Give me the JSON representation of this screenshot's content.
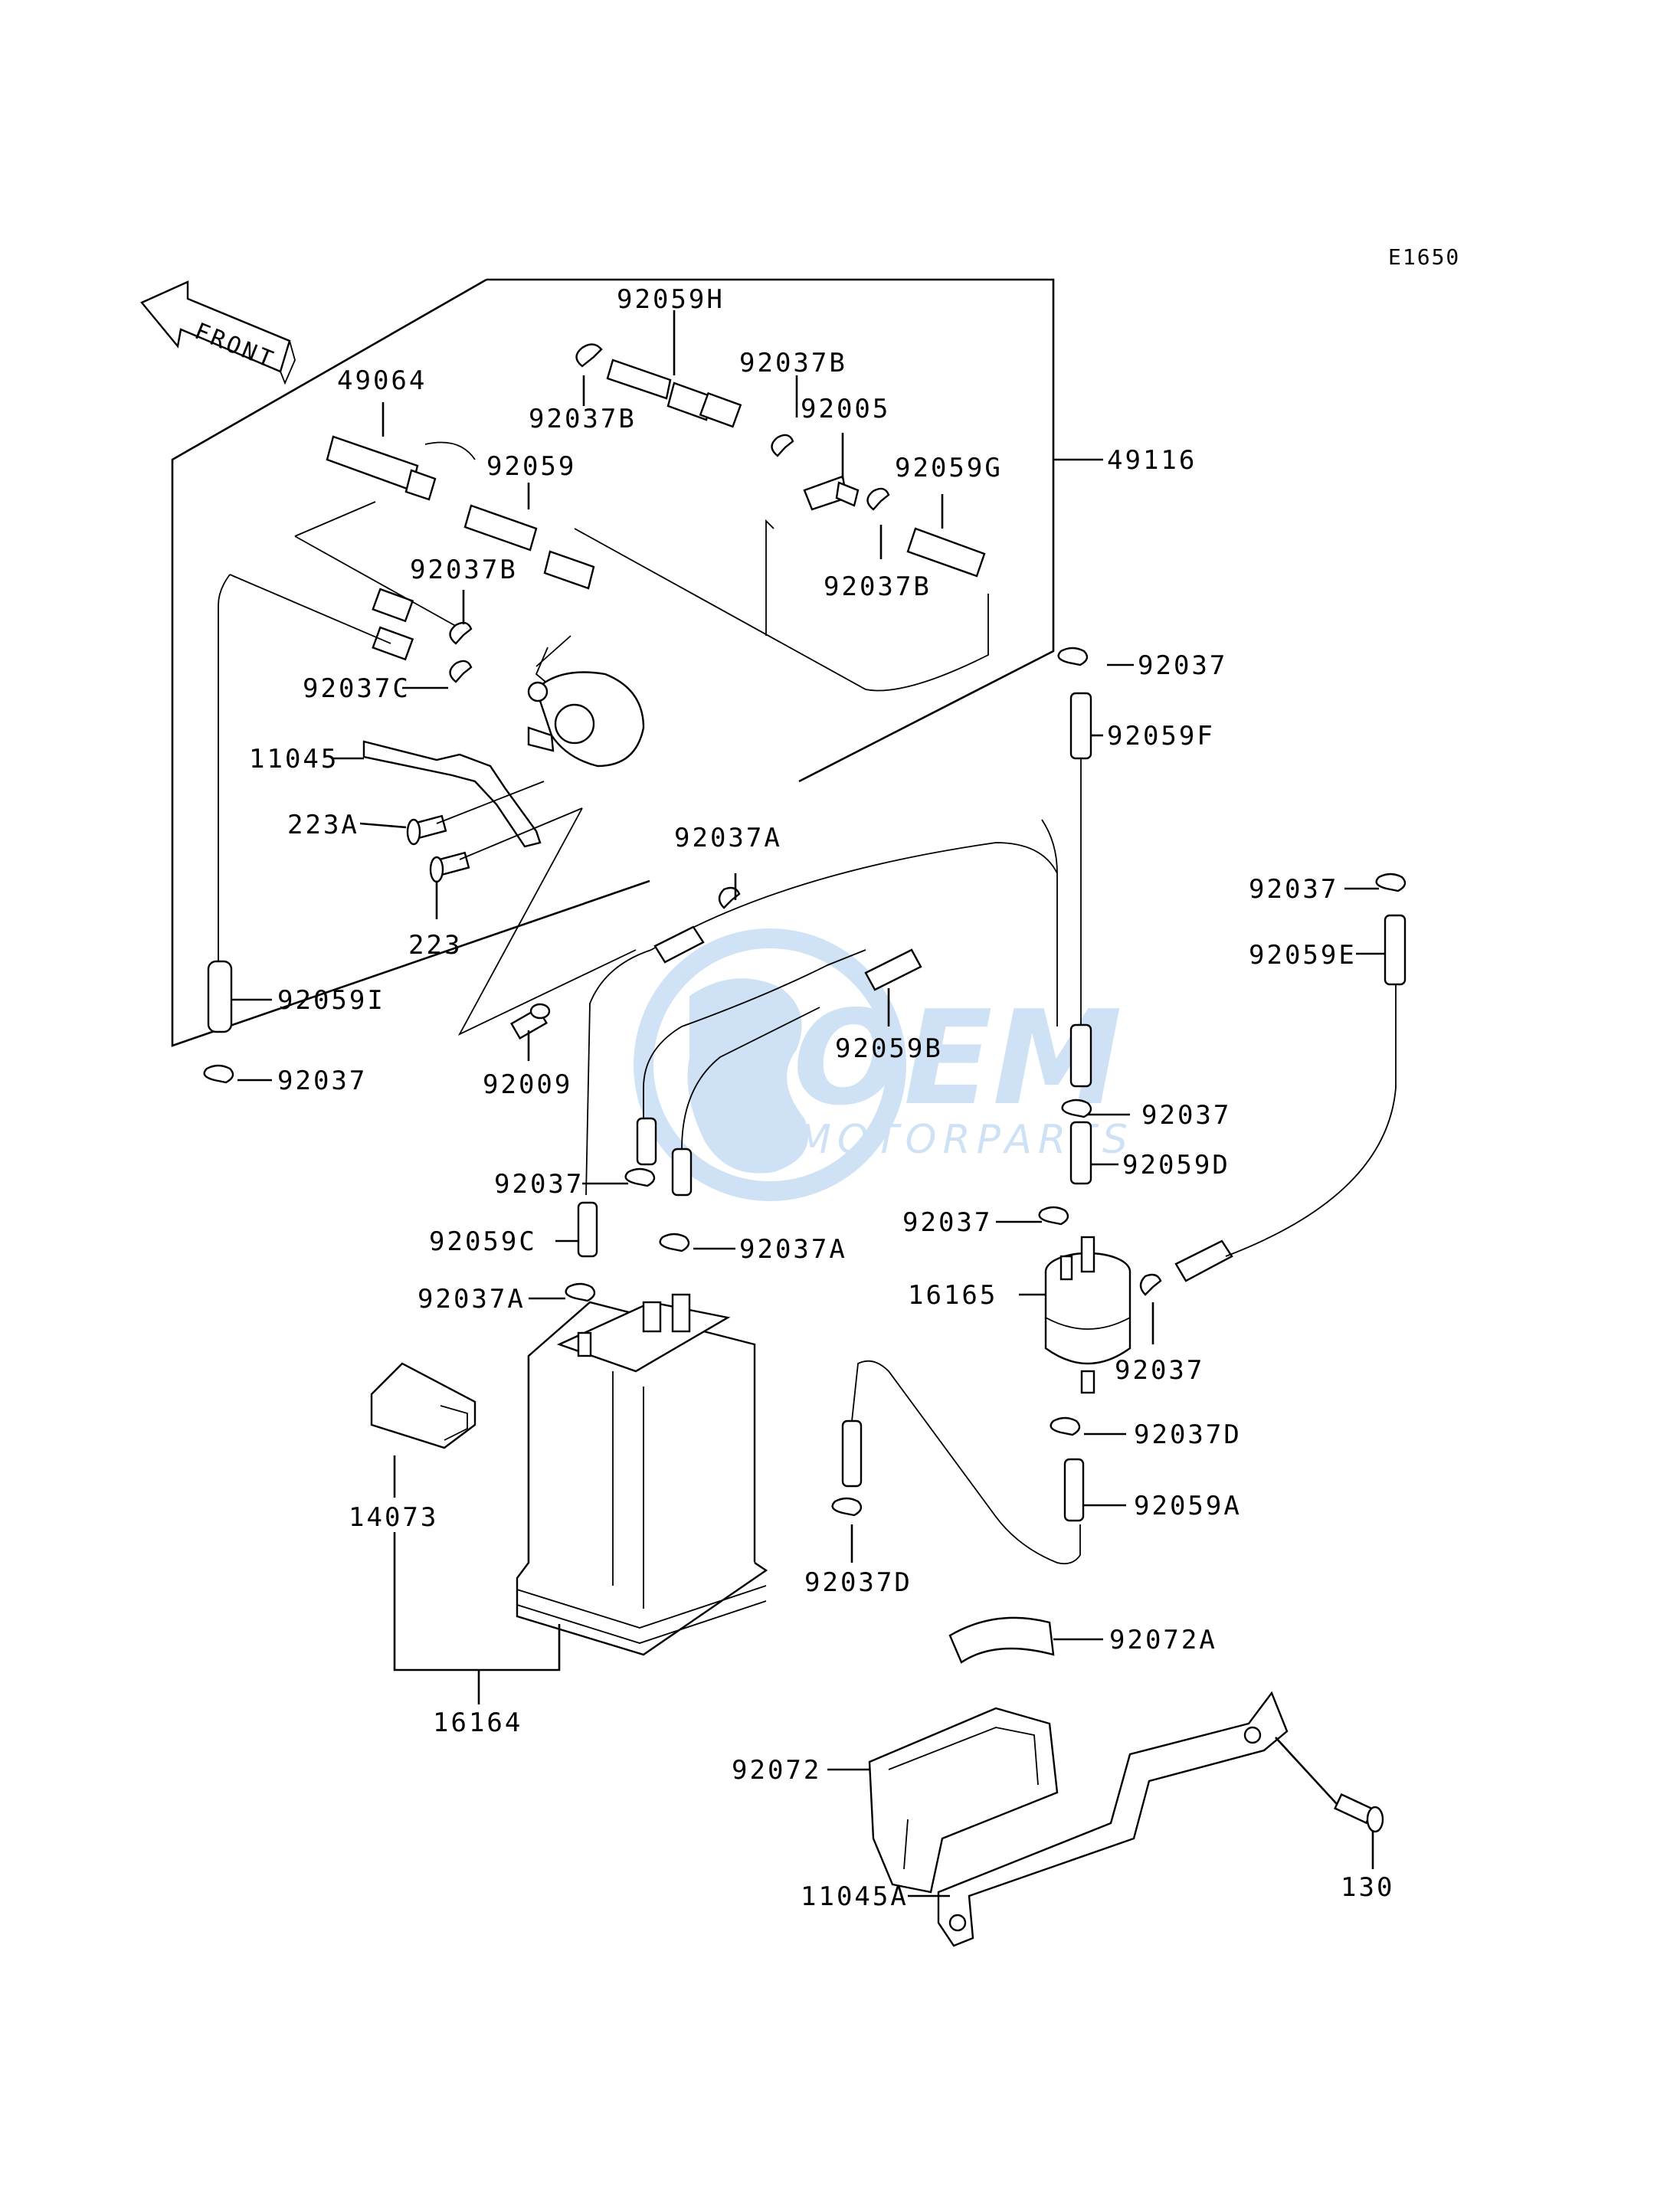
{
  "diagram_code": "E1650",
  "front_label": "FRONT",
  "watermark": {
    "brand": "OEM",
    "sub": "MOTORPARTS",
    "color": "#2a7fd4"
  },
  "labels": {
    "p92059H": "92059H",
    "p92037B_a": "92037B",
    "p92037B_b": "92037B",
    "p92005": "92005",
    "p49064": "49064",
    "p92059": "92059",
    "p92059G": "92059G",
    "p49116": "49116",
    "p92037B_c": "92037B",
    "p92037B_d": "92037B",
    "p92037C": "92037C",
    "p92037_a": "92037",
    "p11045": "11045",
    "p92059F": "92059F",
    "p223A": "223A",
    "p92037A_a": "92037A",
    "p223": "223",
    "p92037_b": "92037",
    "p92059E": "92059E",
    "p92059I": "92059I",
    "p92059B": "92059B",
    "p92037_c": "92037",
    "p92037_d": "92037",
    "p92009": "92009",
    "p92037_e": "92037",
    "p92059D": "92059D",
    "p92037_f": "92037",
    "p92059C": "92059C",
    "p92037A_b": "92037A",
    "p92037A_c": "92037A",
    "p16165": "16165",
    "p92037_g": "92037",
    "p92037D_a": "92037D",
    "p92059A": "92059A",
    "p14073": "14073",
    "p92037D_b": "92037D",
    "p92072A": "92072A",
    "p16164": "16164",
    "p92072": "92072",
    "p130": "130",
    "p11045A": "11045A"
  }
}
